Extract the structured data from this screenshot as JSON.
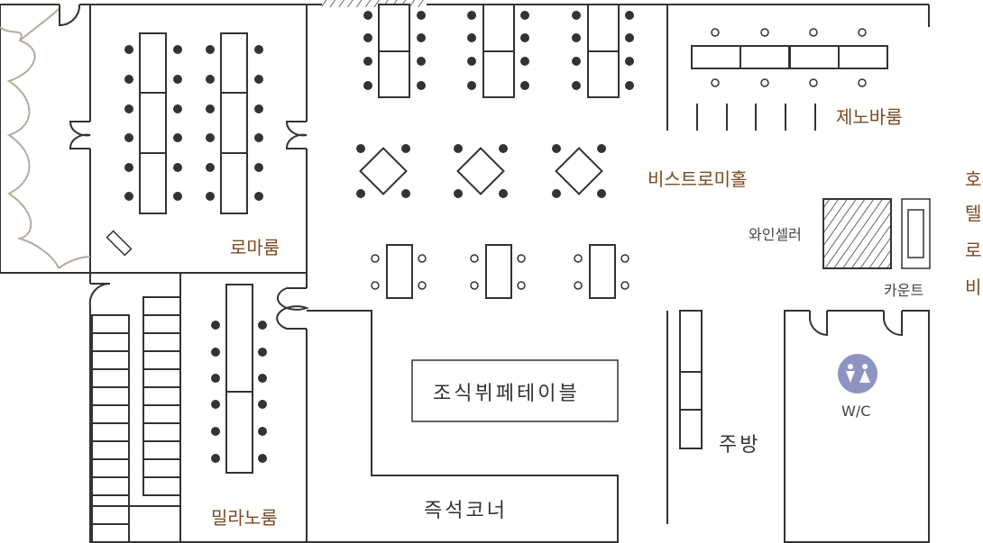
{
  "rooms": {
    "roma": "로마룸",
    "milano": "밀라노룸",
    "zeno": "제노바룸",
    "bistro": "비스트로미홀",
    "lobby": [
      "호",
      "텔",
      "로",
      "비"
    ]
  },
  "labels": {
    "wine_cellar": "와인셀러",
    "counter": "카운트",
    "wc": "W/C",
    "breakfast_buffet": "조식뷔페테이블",
    "kitchen": "주방",
    "live_corner": "즉석코너"
  },
  "colors": {
    "room_label": "#7a4a22",
    "wc_icon": "#8f93c2"
  }
}
